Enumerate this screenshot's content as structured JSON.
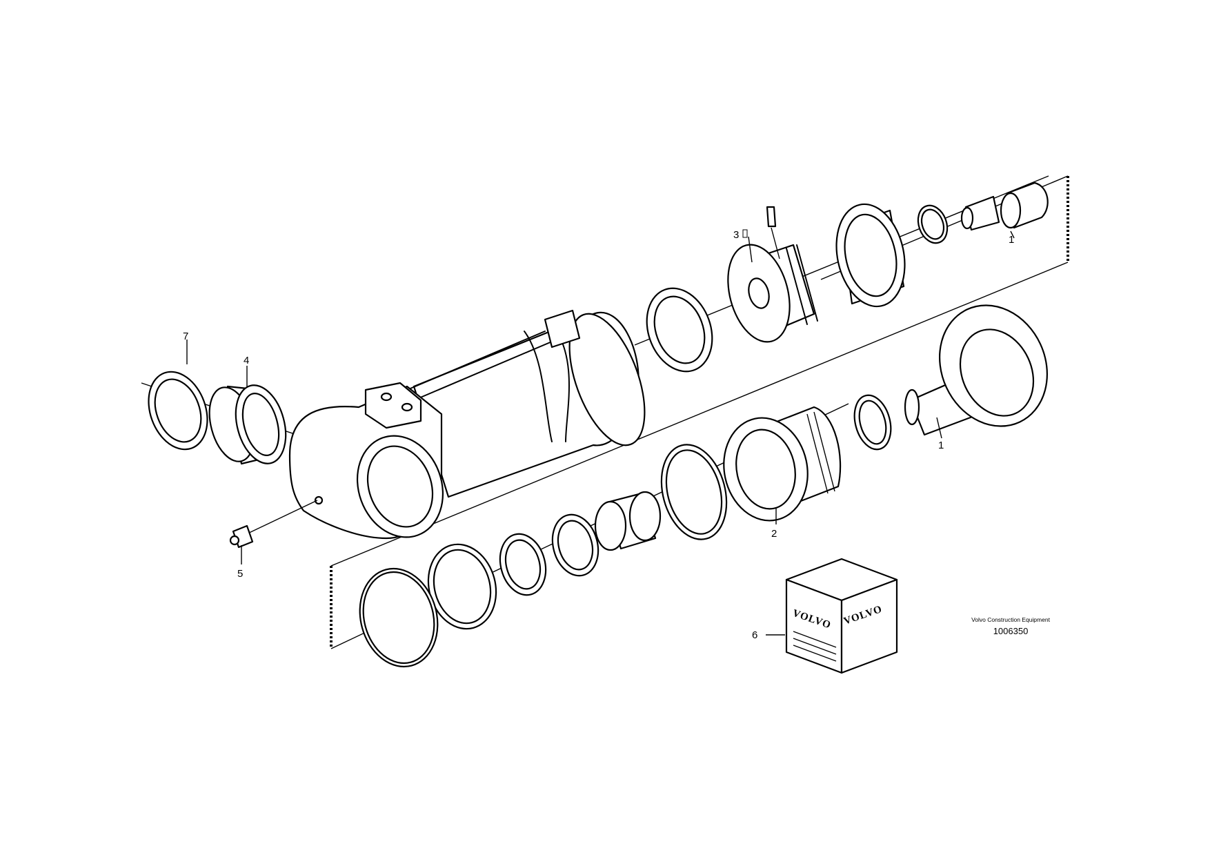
{
  "callouts": [
    {
      "id": "c1a",
      "label": "1"
    },
    {
      "id": "c1b",
      "label": "1"
    },
    {
      "id": "c2",
      "label": "2"
    },
    {
      "id": "c3",
      "label": "3"
    },
    {
      "id": "c4",
      "label": "4"
    },
    {
      "id": "c5",
      "label": "5"
    },
    {
      "id": "c6",
      "label": "6"
    },
    {
      "id": "c7",
      "label": "7"
    }
  ],
  "kit_box": {
    "brand_left": "VOLVO",
    "brand_right": "VOLVO"
  },
  "caption": {
    "manufacturer": "Volvo Construction Equipment",
    "drawing_number": "1006350"
  }
}
